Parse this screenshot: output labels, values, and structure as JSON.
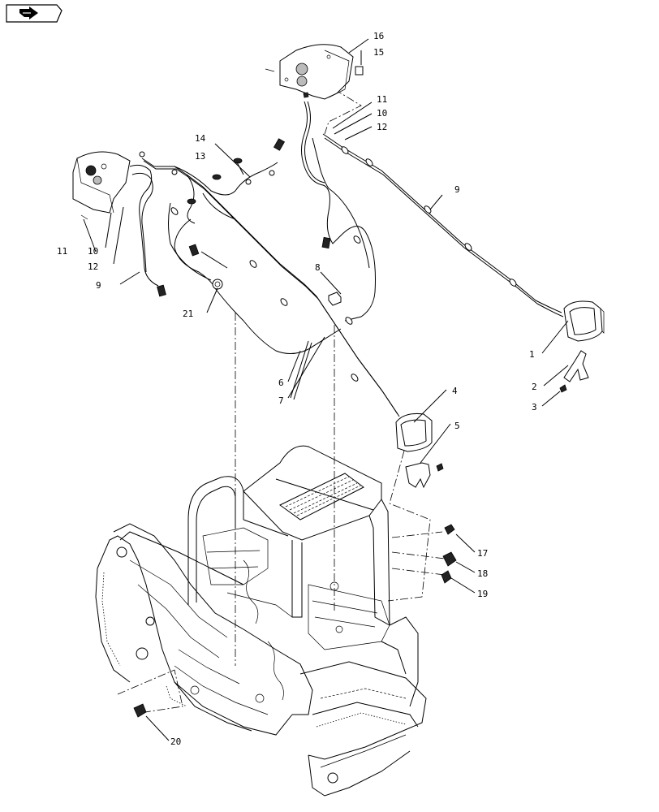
{
  "nav": {
    "icon": "next-page-arrow-icon"
  },
  "callouts": {
    "c1": "1",
    "c2": "2",
    "c3": "3",
    "c4": "4",
    "c5": "5",
    "c6": "6",
    "c7": "7",
    "c8": "8",
    "c9a": "9",
    "c9b": "9",
    "c10a": "10",
    "c10b": "10",
    "c11a": "11",
    "c11b": "11",
    "c12a": "12",
    "c12b": "12",
    "c13": "13",
    "c14": "14",
    "c15": "15",
    "c16": "16",
    "c17": "17",
    "c18": "18",
    "c19": "19",
    "c20": "20",
    "c21": "21"
  }
}
